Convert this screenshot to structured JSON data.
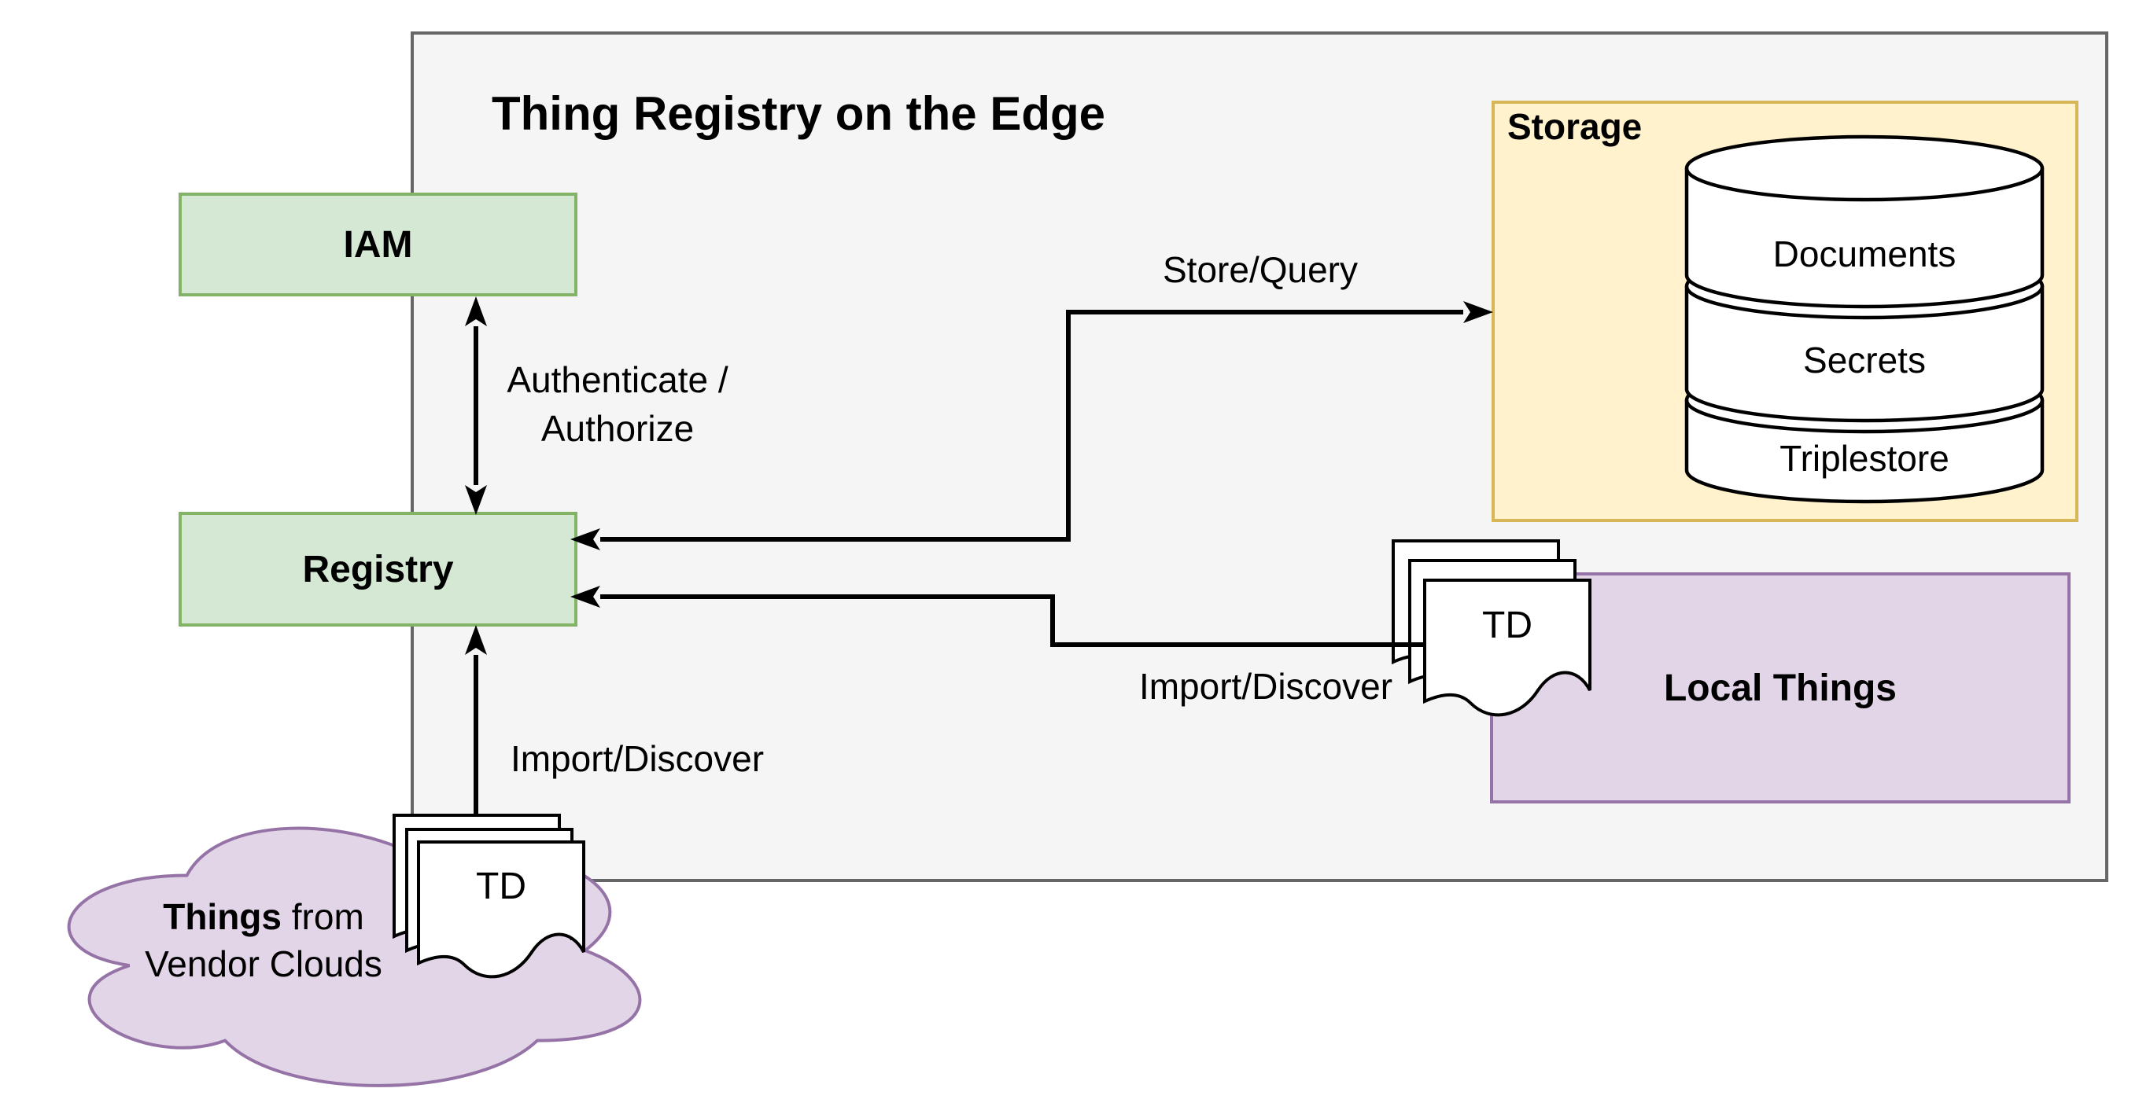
{
  "title": "Thing Registry on the Edge",
  "nodes": {
    "iam": "IAM",
    "registry": "Registry",
    "storage": "Storage",
    "local_things": "Local Things",
    "td": "TD"
  },
  "cylinder_layers": [
    "Documents",
    "Secrets",
    "Triplestore"
  ],
  "cloud_caption": {
    "bold": "Things",
    "rest": " from",
    "line2": "Vendor Clouds"
  },
  "edge_labels": {
    "authenticate_line1": "Authenticate /",
    "authenticate_line2": "Authorize",
    "store_query": "Store/Query",
    "import_discover": "Import/Discover"
  },
  "colors": {
    "node_green_fill": "#d5e8d4",
    "node_green_stroke": "#82b366",
    "storage_yellow_fill": "#fff2cc",
    "storage_yellow_stroke": "#d6b656",
    "purple_fill": "#e1d5e7",
    "purple_stroke": "#9673a6",
    "container_fill": "#f5f5f5",
    "container_stroke": "#666666",
    "arrow_black": "#000000",
    "shape_white": "#ffffff",
    "text_black": "#000000"
  }
}
